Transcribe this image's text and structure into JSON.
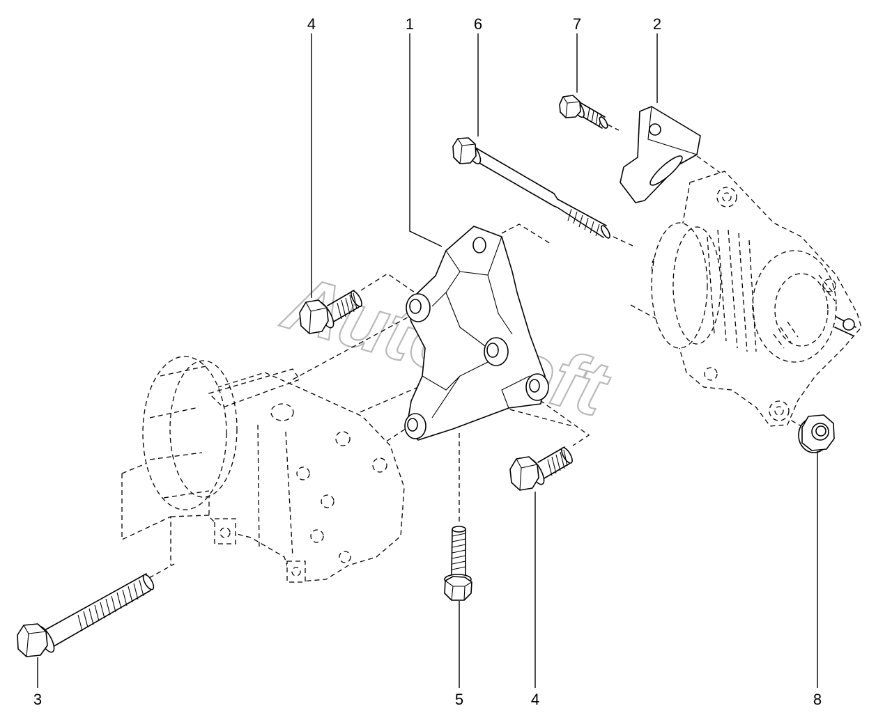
{
  "callouts": [
    "4",
    "1",
    "6",
    "7",
    "2",
    "3",
    "5",
    "4",
    "8"
  ],
  "watermark": "AutoSoft"
}
